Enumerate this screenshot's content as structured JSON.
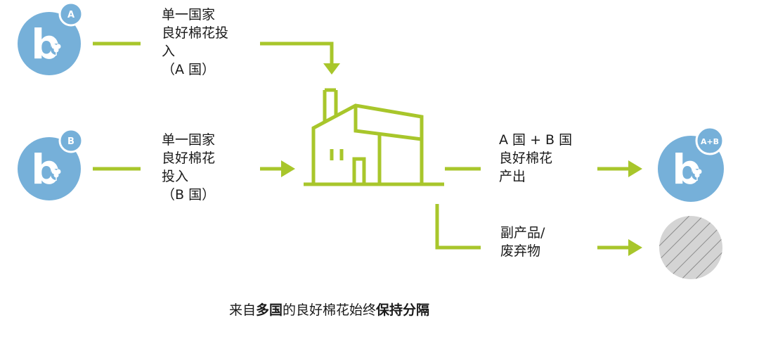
{
  "colors": {
    "arrow_green": "#a8c62b",
    "factory_green": "#a8c62b",
    "badge_blue": "#76b0d9",
    "waste_gray": "#d4d4d4",
    "text": "#1a1a1a"
  },
  "icons": {
    "country_a": "bettercotton-badge-icon",
    "country_b": "bettercotton-badge-icon",
    "output": "bettercotton-badge-icon",
    "factory": "factory-icon",
    "waste": "hatched-circle-icon"
  },
  "badges": {
    "a": "A",
    "b": "B",
    "output": "A+B",
    "letter": "b"
  },
  "labels": {
    "input_a": [
      "单一国家",
      "良好棉花投",
      "入",
      "（A 国）"
    ],
    "input_b": [
      "单一国家",
      "良好棉花",
      "投入",
      "（B 国）"
    ],
    "output": [
      "A 国 + B 国",
      "良好棉花",
      "产出"
    ],
    "byproduct": [
      "副产品/",
      "废弃物"
    ]
  },
  "caption": {
    "part1": "来自",
    "part2": "多国",
    "part3": "的良好棉花始终",
    "part4": "保持分隔"
  }
}
